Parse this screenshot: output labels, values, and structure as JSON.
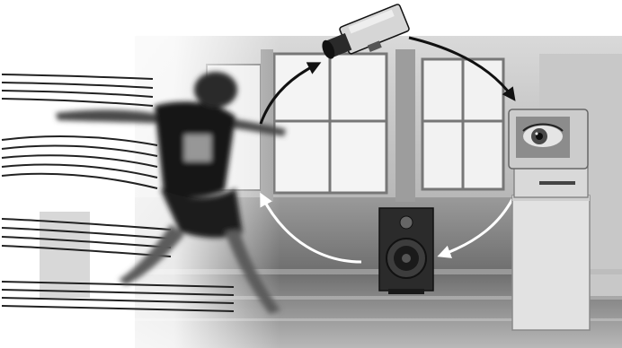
{
  "image": {
    "description_tags": [
      "dancer-leaping",
      "surveillance-camera",
      "crt-monitor-eye",
      "loudspeaker",
      "feedback-loop-arrows",
      "motion-lines",
      "studio-windows"
    ],
    "palette": {
      "paper": "#ffffff",
      "wall": "#bdbdbd",
      "floor": "#8a8a8a",
      "window": "#f2f2f2",
      "dark": "#1a1a1a",
      "arrow_dark": "#111111",
      "arrow_light": "#ffffff"
    }
  }
}
